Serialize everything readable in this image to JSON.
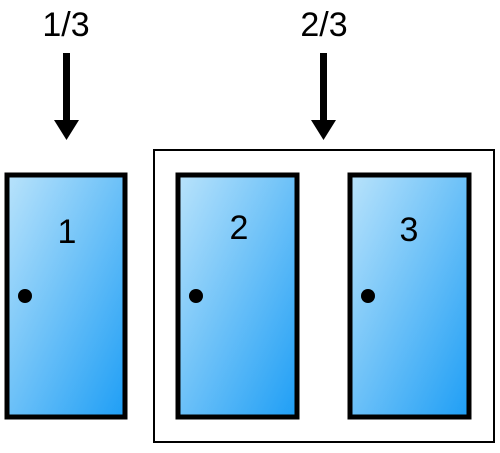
{
  "labels": {
    "left_fraction": "1/3",
    "right_fraction": "2/3"
  },
  "doors": [
    {
      "number": "1"
    },
    {
      "number": "2"
    },
    {
      "number": "3"
    }
  ],
  "colors": {
    "door_gradient_light": "#b9e3fb",
    "door_gradient_dark": "#1e9ef5",
    "outline": "#000000",
    "background": "#ffffff"
  }
}
